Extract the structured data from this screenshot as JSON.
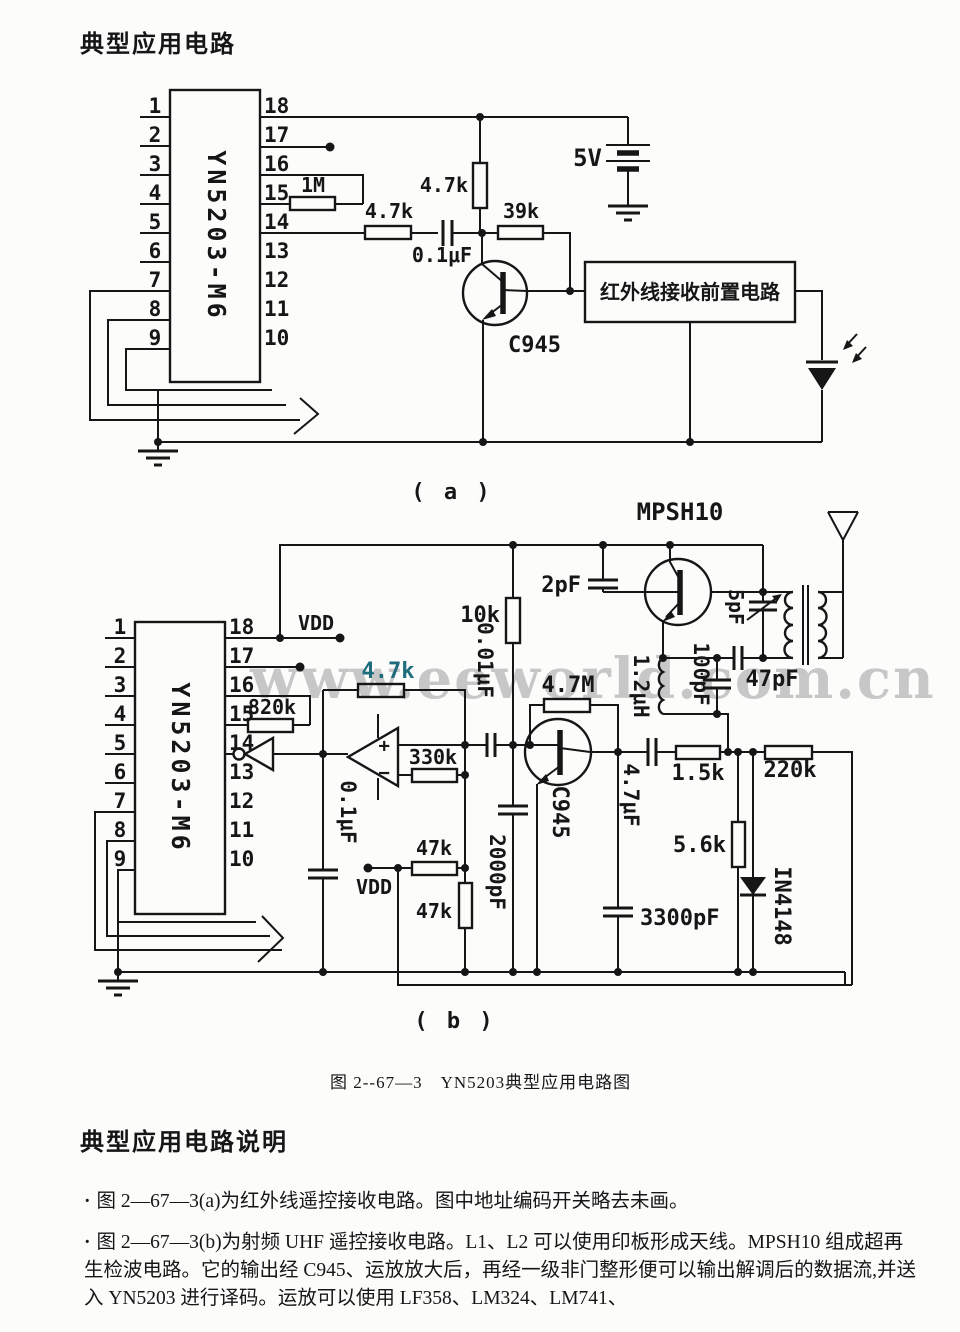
{
  "page": {
    "header": "典型应用电路",
    "figure_caption": "图 2--67—3　YN5203典型应用电路图",
    "section_title": "典型应用电路说明",
    "bullet_marker": "·",
    "bullet1": "图 2—67—3(a)为红外线遥控接收电路。图中地址编码开关略去未画。",
    "bullet2": "图 2—67—3(b)为射频 UHF 遥控接收电路。L1、L2 可以使用印板形成天线。MPSH10 组成超再生检波电路。它的输出经 C945、运放放大后，再经一级非门整形便可以输出解调后的数据流,并送入 YN5203 进行译码。运放可以使用 LF358、LM324、LM741、",
    "watermark": "www.eeworld.com.cn"
  },
  "ic": {
    "name": "YN5203-M6",
    "pins_left": [
      "1",
      "2",
      "3",
      "4",
      "5",
      "6",
      "7",
      "8",
      "9"
    ],
    "pins_right": [
      "18",
      "17",
      "16",
      "15",
      "14",
      "13",
      "12",
      "11",
      "10"
    ]
  },
  "circuit_a": {
    "sub_label": "( a )",
    "r_1m": "1M",
    "r_47k_vertical": "4.7k",
    "r_47k_series": "4.7k",
    "c_coupling": "0.1μF",
    "r_39k": "39k",
    "q_npn": "C945",
    "battery": "5V",
    "preamp_box": "红外线接收前置电路"
  },
  "circuit_b": {
    "sub_label": "( b )",
    "vdd_top": "VDD",
    "vdd_mid": "VDD",
    "r_820k": "820k",
    "r_47k_feedback": "4.7k",
    "r_10k": "10k",
    "c_001uf": "0.01μF",
    "c_2pf": "2pF",
    "q_rf": "MPSH10",
    "c_5pf": "5pF",
    "l_12uh": "1.2μH",
    "c_100pf": "100pF",
    "c_47pf": "47pF",
    "r_47m": "4.7M",
    "q_npn": "C945",
    "r_330k": "330k",
    "c_01uf": "0.1μF",
    "r_47k_h": "47k",
    "r_47k_v": "47k",
    "c_2000pf": "2000pF",
    "c_47uf": "4.7μF",
    "r_15k": "1.5k",
    "r_220k": "220k",
    "r_56k": "5.6k",
    "c_3300pf": "3300pF",
    "d_diode": "IN4148"
  },
  "colors": {
    "ink": "#161616",
    "teal_label": "#1e6c7c",
    "watermark_gray": "#c7c7c7"
  }
}
